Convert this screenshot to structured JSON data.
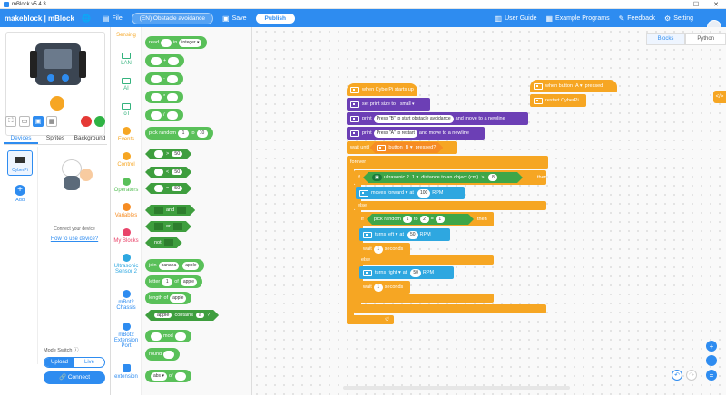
{
  "window": {
    "title": "mBlock v5.4.3",
    "min": "—",
    "max": "☐",
    "close": "✕"
  },
  "menu": {
    "logo": "makeblock | mBlock",
    "file": "File",
    "project_name": "(EN) Obstacle avoidance",
    "save": "Save",
    "publish": "Publish",
    "user_guide": "User Guide",
    "example_programs": "Example Programs",
    "feedback": "Feedback",
    "setting": "Setting"
  },
  "stage": {
    "stop_icon": "stop-icon",
    "go_icon": "green-flag-icon"
  },
  "left_tabs": [
    "Devices",
    "Sprites",
    "Background"
  ],
  "device": {
    "name": "CyberPi",
    "add": "Add",
    "connect_text": "Connect your device",
    "howto": "How to use device?"
  },
  "mode": {
    "label": "Mode Switch ⓘ",
    "upload": "Upload",
    "live": "Live",
    "connect": "🔗 Connect"
  },
  "categories": [
    {
      "label": "Sensing",
      "color": "#f6a623"
    },
    {
      "label": "LAN",
      "color": "#35b37e"
    },
    {
      "label": "AI",
      "color": "#35b37e"
    },
    {
      "label": "IoT",
      "color": "#35b37e"
    },
    {
      "label": "Events",
      "color": "#f6a623"
    },
    {
      "label": "Control",
      "color": "#f6a623"
    },
    {
      "label": "Operators",
      "color": "#59c059"
    },
    {
      "label": "Variables",
      "color": "#f68c23"
    },
    {
      "label": "My Blocks",
      "color": "#e9446a"
    },
    {
      "label": "Ultrasonic Sensor 2",
      "color": "#2ea7e0"
    },
    {
      "label": "mBot2 Chassis",
      "color": "#2e8cf0"
    },
    {
      "label": "mBot2 Extension Port",
      "color": "#2e8cf0"
    },
    {
      "label": "extension",
      "color": "#2e8cf0"
    }
  ],
  "palette": {
    "read": "read",
    "in": "in",
    "integer": "integer ▾",
    "plus": "+",
    "minus": "-",
    "times": "*",
    "divide": "/",
    "pick_random": "pick random",
    "to": "to",
    "r1": "1",
    "r2": "10",
    "gt": ">",
    "lt": "<",
    "eq": "=",
    "fifty": "50",
    "and": "and",
    "or": "or",
    "not": "not",
    "join": "join",
    "banana": "banana",
    "apple": "apple",
    "letter": "letter",
    "one": "1",
    "of": "of",
    "length_of": "length of",
    "contains": "contains",
    "a": "a",
    "q": "?",
    "mod": "mod",
    "round": "round",
    "abs": "abs ▾"
  },
  "lang_tabs": {
    "blocks": "Blocks",
    "python": "Python"
  },
  "code_toggle": "</>",
  "script": {
    "when_starts": "when CyberPi starts up",
    "set_print_size": "set print size to",
    "small": "small ▾",
    "print1": "print",
    "print1_text": "Press \"B\" to start obstacle avoidance",
    "newline1": "and move to a newline",
    "print2": "print",
    "print2_text": "Press \"A\" to restart",
    "newline2": "and move to a newline",
    "wait_until": "wait until",
    "button": "button",
    "b": "B ▾",
    "pressed": "pressed?",
    "forever": "forever",
    "if": "if",
    "ultrasonic": "ultrasonic 2",
    "sensor_idx": "1 ▾",
    "distance": "distance to an object (cm)",
    "gt": ">",
    "dist_val": "8",
    "then": "then",
    "moves_forward": "moves forward ▾",
    "at": "at",
    "speed_fwd": "100",
    "rpm": "RPM",
    "else": "else",
    "if2": "if",
    "pick_random": "pick random",
    "pr_from": "1",
    "pr_to": "to",
    "pr_max": "2",
    "eq": "=",
    "pr_eq": "1",
    "then2": "then",
    "turns_left": "turns left ▾",
    "at2": "at",
    "speed_left": "50",
    "rpm2": "RPM",
    "wait": "wait",
    "wait1": "1",
    "seconds": "seconds",
    "else2": "else",
    "turns_right": "turns right ▾",
    "at3": "at",
    "speed_right": "50",
    "rpm3": "RPM",
    "wait2": "wait",
    "wait2_val": "1",
    "seconds2": "seconds",
    "loop_arrow": "↺",
    "when_button": "when button",
    "a": "A ▾",
    "pressed2": "pressed",
    "restart": "restart CyberPi"
  },
  "zoom": {
    "zoom_in": "+",
    "zoom_out": "−",
    "reset": "="
  }
}
